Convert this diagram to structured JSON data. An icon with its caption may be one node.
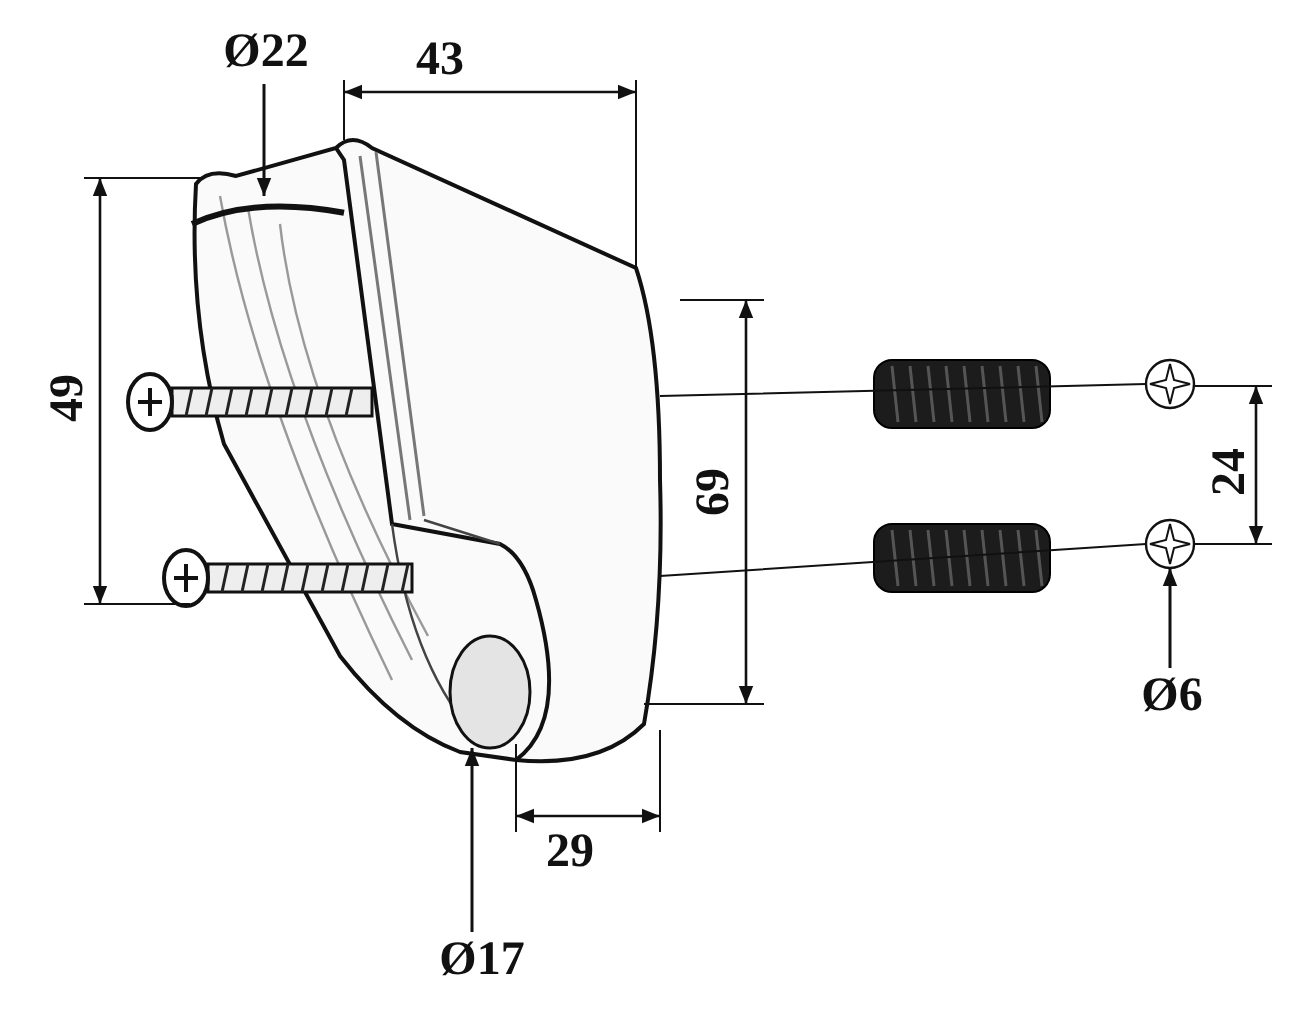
{
  "diagram": {
    "nodes": [
      {
        "text": [
          "Ø22"
        ]
      },
      {
        "text": [],
        "shape": "picture"
      },
      {
        "text": [],
        "shape": "circle"
      },
      {
        "text": [
          "Ø6"
        ]
      },
      {
        "text": [],
        "shape": "picture"
      },
      {
        "text": [
          "Ø17"
        ]
      }
    ],
    "edges": [
      {
        "from": 0,
        "to": 1,
        "arrow": "to"
      },
      {
        "from": 3,
        "to": 2,
        "arrow": "to"
      },
      {
        "from": 5,
        "to": 4,
        "arrow": "to"
      }
    ],
    "labels": [
      "43",
      "49",
      "69",
      "24",
      "29"
    ]
  }
}
